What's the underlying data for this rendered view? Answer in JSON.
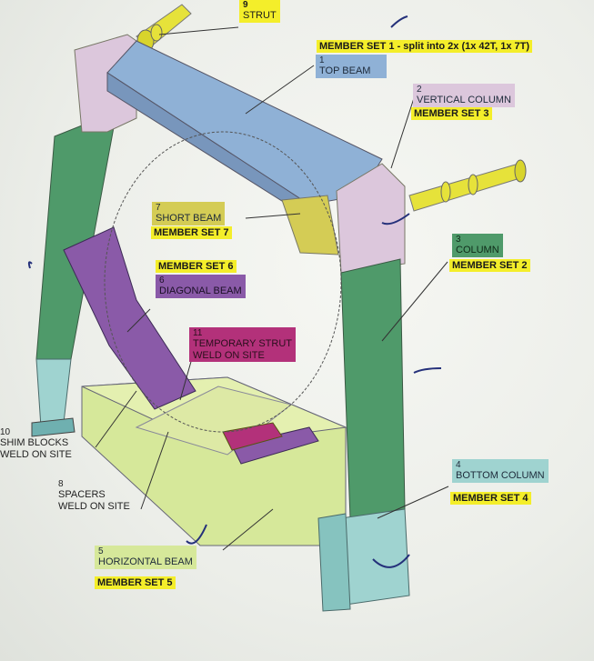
{
  "labels": {
    "strut": {
      "num": "9",
      "name": "STRUT"
    },
    "top_beam": {
      "num": "1",
      "name": "TOP BEAM"
    },
    "vertical_column": {
      "num": "2",
      "name": "VERTICAL COLUMN"
    },
    "column": {
      "num": "3",
      "name": "COLUMN"
    },
    "bottom_column": {
      "num": "4",
      "name": "BOTTOM COLUMN"
    },
    "horizontal_beam": {
      "num": "5",
      "name": "HORIZONTAL BEAM"
    },
    "diagonal_beam": {
      "num": "6",
      "name": "DIAGONAL BEAM"
    },
    "short_beam": {
      "num": "7",
      "name": "SHORT BEAM"
    },
    "spacers": {
      "num": "8",
      "line1": "SPACERS",
      "line2": "WELD ON SITE"
    },
    "shim_blocks": {
      "num": "10",
      "line1": "SHIM BLOCKS",
      "line2": "WELD ON SITE"
    },
    "temporary_strut": {
      "num": "11",
      "line1": "TEMPORARY STRUT",
      "line2": "WELD ON SITE"
    }
  },
  "member_sets": {
    "set1": "MEMBER SET 1 - split into 2x (1x 42T, 1x 7T)",
    "set2": "MEMBER SET 2",
    "set3": "MEMBER SET 3",
    "set4": "MEMBER SET 4",
    "set5": "MEMBER SET 5",
    "set6": "MEMBER SET 6",
    "set7": "MEMBER SET 7"
  },
  "colors": {
    "top_beam": "#8fb1d6",
    "vertical_column": "#dcc7dc",
    "column": "#4f9a6a",
    "bottom_column": "#9fd3d0",
    "horizontal_beam": "#d6e89a",
    "diagonal_beam": "#8a5aa8",
    "short_beam": "#d4cc55",
    "temporary_strut": "#b3317a",
    "strut": "#e6e23a",
    "highlight": "#f4ee2a",
    "ink": "#24307a"
  }
}
